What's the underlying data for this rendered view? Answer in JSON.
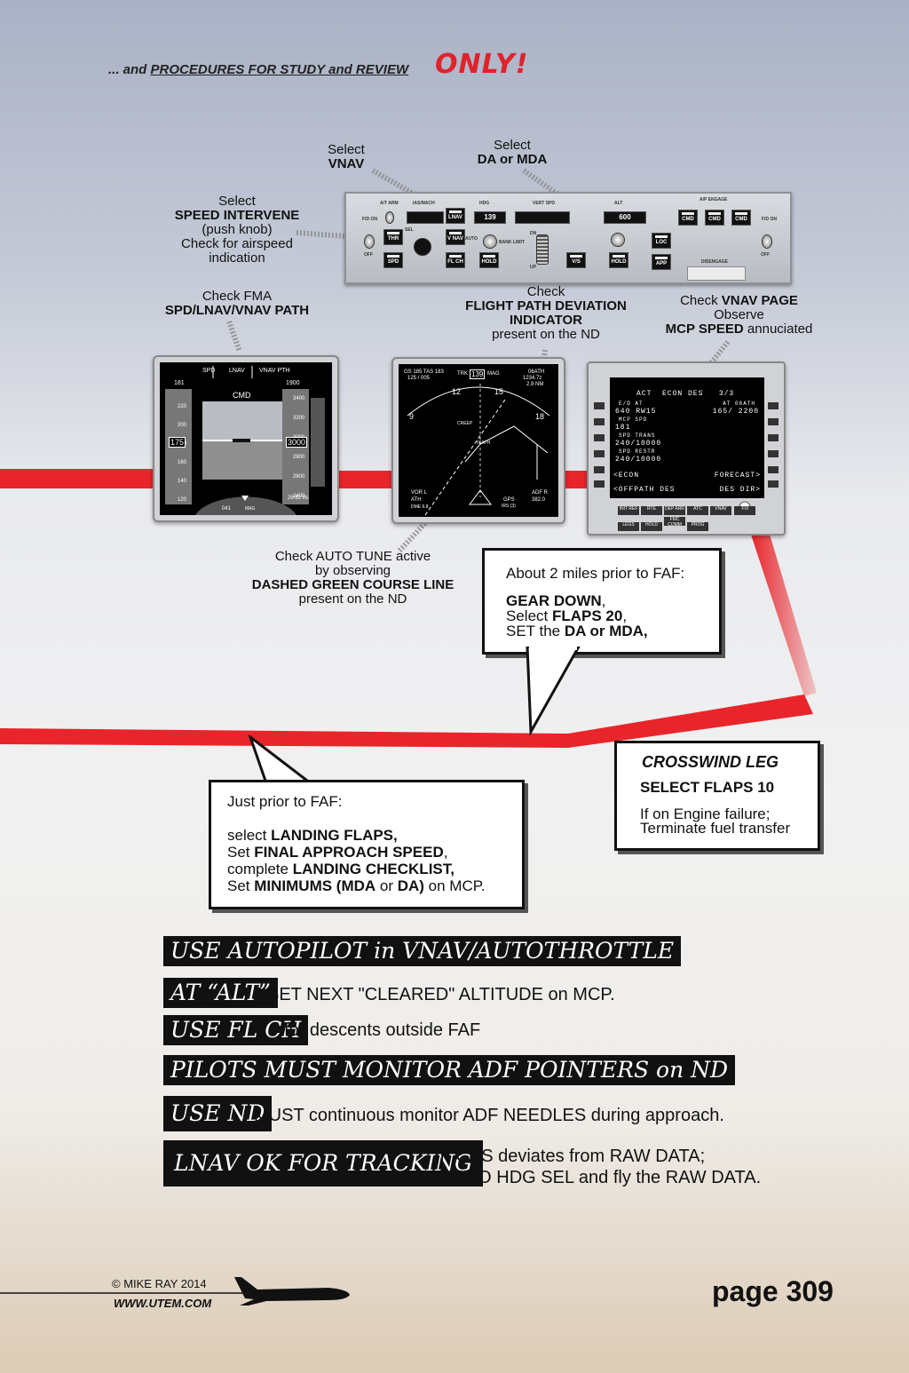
{
  "header": {
    "prefix": "... and ",
    "title": "PROCEDURES FOR STUDY and REVIEW",
    "emphasis": "ONLY!"
  },
  "callouts": {
    "vnav": {
      "l1": "Select",
      "l2": "VNAV"
    },
    "da": {
      "l1": "Select",
      "l2": "DA or MDA"
    },
    "speed": {
      "l1": "Select",
      "l2": "SPEED INTERVENE",
      "l3": "(push knob)",
      "l4": "Check for airspeed",
      "l5": "indication"
    },
    "fma": {
      "l1": "Check FMA",
      "l2": "SPD/LNAV/VNAV PATH"
    },
    "fpd": {
      "l1": "Check",
      "l2": "FLIGHT PATH DEVIATION",
      "l3": "INDICATOR",
      "l4": "present on the ND"
    },
    "vnavpage": {
      "l1_pre": "Check ",
      "l1_b": "VNAV PAGE",
      "l2": "Observe",
      "l3_b": "MCP SPEED",
      "l3_post": " annuciated"
    },
    "autotune": {
      "l1": "Check AUTO TUNE active",
      "l2": "by observing",
      "l3": "DASHED GREEN COURSE LINE",
      "l4": "present on the ND"
    }
  },
  "mcp": {
    "labels": {
      "at_arm": "A/T ARM",
      "ias_mach": "IAS/MACH",
      "hdg": "HDG",
      "vert_spd": "VERT SPD",
      "alt": "ALT",
      "ap_engage": "A/P ENGAGE",
      "fd_on": "F/D ON",
      "off": "OFF",
      "bank_limit": "BANK LIMIT",
      "disengage": "DISENGAGE",
      "up": "UP",
      "dn": "DN",
      "sel": "SEL",
      "auto": "AUTO"
    },
    "buttons": {
      "thr": "THR",
      "spd": "SPD",
      "lnav": "LNAV",
      "vnav": "V NAV",
      "flch": "FL CH",
      "hold": "HOLD",
      "vs": "V/S",
      "hold_alt": "HOLD",
      "loc": "LOC",
      "app": "APP",
      "cmd1": "CMD",
      "cmd2": "CMD",
      "cmd3": "CMD"
    },
    "windows": {
      "hdg": "139",
      "alt": "600"
    }
  },
  "pfd": {
    "fma": [
      "SPD",
      "LNAV",
      "VNAV PTH"
    ],
    "cmd": "CMD",
    "spd_top": "181",
    "alt_top": "1900",
    "speed_ticks": [
      "220",
      "200",
      "180",
      "160",
      "140",
      "120"
    ],
    "speed_current": "175",
    "alt_ticks": [
      "3400",
      "3200",
      "3000",
      "2800",
      "2600",
      "2400"
    ],
    "alt_current": "3000",
    "baro": "29.82 IN.",
    "hdg": "041",
    "hdg_label": "MAG"
  },
  "nd": {
    "gs_tas": "GS 185  TAS 183",
    "wind": "125 / 005",
    "trk": "TRK",
    "trk_val": "139",
    "mag": "MAG",
    "wpt": "06ATH",
    "wpt_time": "1234.7z",
    "wpt_dist": "2.9 NM",
    "scale": [
      "9",
      "12",
      "15",
      "18"
    ],
    "fixes": [
      "CREEP",
      "06ATH"
    ],
    "vor_l": "VOR L",
    "ath": "ATH",
    "dme": "DME 6.8",
    "gps": "GPS",
    "irs": "IRS (3)",
    "adf_r": "ADF R",
    "adf_val": "382.0"
  },
  "cdu": {
    "title": "ACT  ECON DES   3/3",
    "l1": "E/D AT",
    "r1": "AT 06ATH",
    "l1v": "640 RW15",
    "r1v": "165/ 2200",
    "l2": "MCP SPD",
    "l2v": "181",
    "l3": "SPD TRANS",
    "l3v": "240/10000",
    "l4": "SPD RESTR",
    "l4v": "240/10000",
    "l5": "<ECON",
    "r5": "FORECAST>",
    "l6": "<OFFPATH DES",
    "r6": "DES DIR>",
    "keys": [
      "INIT REF",
      "RTE",
      "DEP ARR",
      "ATC",
      "VNAV",
      "FIX",
      "LEGS",
      "HOLD",
      "FMC COMM",
      "PROG"
    ]
  },
  "boxes": {
    "faf2": {
      "title": "About 2 miles prior to FAF:",
      "gear": "GEAR DOWN",
      "gear_post": ",",
      "flaps_pre": "Select ",
      "flaps": "FLAPS 20",
      "flaps_post": ",",
      "set_pre": "SET the ",
      "set": "DA or MDA,"
    },
    "crosswind": {
      "title": "CROSSWIND LEG",
      "flaps": "SELECT FLAPS 10",
      "l1": "If on Engine failure;",
      "l2": "Terminate fuel transfer"
    },
    "faf": {
      "title": "Just prior to FAF:",
      "r1_pre": "select ",
      "r1_b": "LANDING FLAPS,",
      "r2_pre": "Set ",
      "r2_b": "FINAL APPROACH SPEED",
      "r2_post": ",",
      "r3_pre": "complete ",
      "r3_b": "LANDING CHECKLIST,",
      "r4_pre": "Set ",
      "r4_b": "MINIMUMS (MDA",
      "r4_mid": " or ",
      "r4_b2": "DA)",
      "r4_post": " on MCP."
    }
  },
  "notes": [
    {
      "tag": "USE AUTOPILOT in VNAV/AUTOTHROTTLE",
      "text": ""
    },
    {
      "tag": "AT “ALT”",
      "text": "SET NEXT \"CLEARED\" ALTITUDE on MCP."
    },
    {
      "tag": "USE FL CH",
      "text": "for descents outside FAF"
    },
    {
      "tag": "PILOTS MUST MONITOR ADF POINTERS on ND",
      "text": ""
    },
    {
      "tag": "USE ND",
      "text": "MUST continuous monitor ADF NEEDLES during approach."
    },
    {
      "tag": "LNAV OK FOR TRACKING",
      "text": "IF CRS deviates from RAW DATA;",
      "text2": "GO TO HDG SEL and fly the RAW DATA."
    }
  ],
  "footer": {
    "copyright": "© MIKE RAY 2014",
    "url": "WWW.UTEM.COM",
    "page": "page 309"
  },
  "colors": {
    "route": "#e8252b",
    "accent": "#e0232b",
    "screen": "#000000"
  }
}
